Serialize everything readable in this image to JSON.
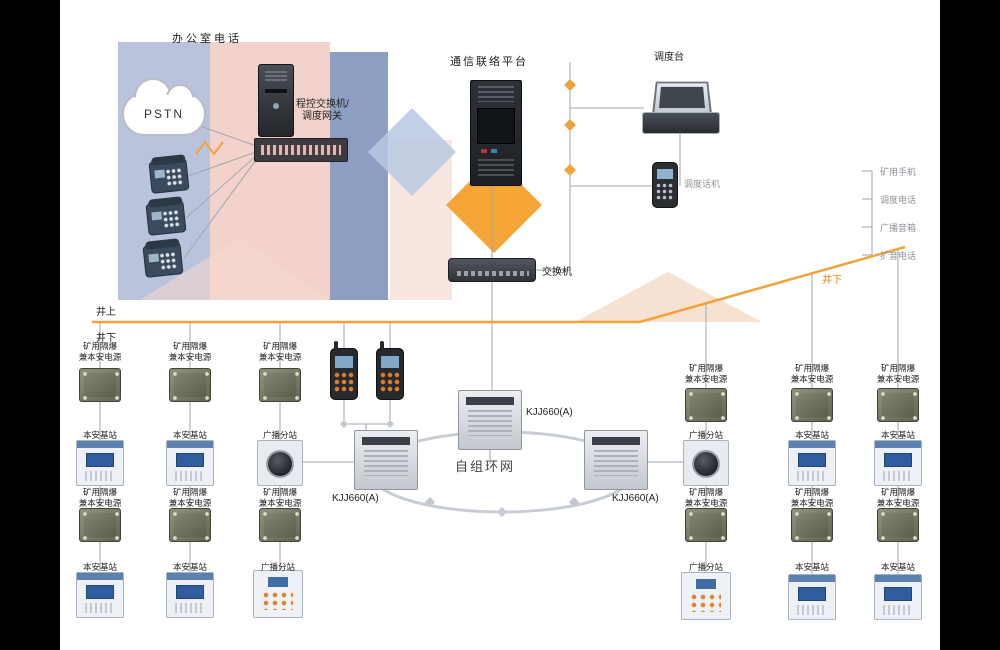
{
  "colors": {
    "accent_orange": "#f2a33c",
    "periwinkle": "#b3bdd8",
    "salmon": "#f1cdc5",
    "steel_blue": "#8396be",
    "line_gray": "#a0a6ad"
  },
  "top": {
    "office_phones_label": "办公室电话",
    "pstn_label": "PSTN",
    "pbx_label_1": "程控交换机/",
    "pbx_label_2": "调度网关",
    "platform_label": "通信联络平台",
    "core_switch_label": "交换机",
    "console_label": "调度台",
    "handset_label": "调度话机"
  },
  "legend": {
    "items": [
      "矿用手机",
      "调度电话",
      "广播音箱",
      "扩音电话"
    ]
  },
  "boundary": {
    "surface_label": "井上",
    "underground_label": "井下",
    "right_label": "井下"
  },
  "network": {
    "ring_label": "自组环网",
    "kjj_center_label": "KJJ660(A)",
    "kjj_left_label": "KJJ660(A)",
    "kjj_right_label": "KJJ660(A)"
  },
  "device_labels": {
    "power_line_1": "矿用隔爆",
    "power_line_2": "兼本安电源",
    "base_station": "本安基站",
    "broadcast_station": "广播分站"
  }
}
